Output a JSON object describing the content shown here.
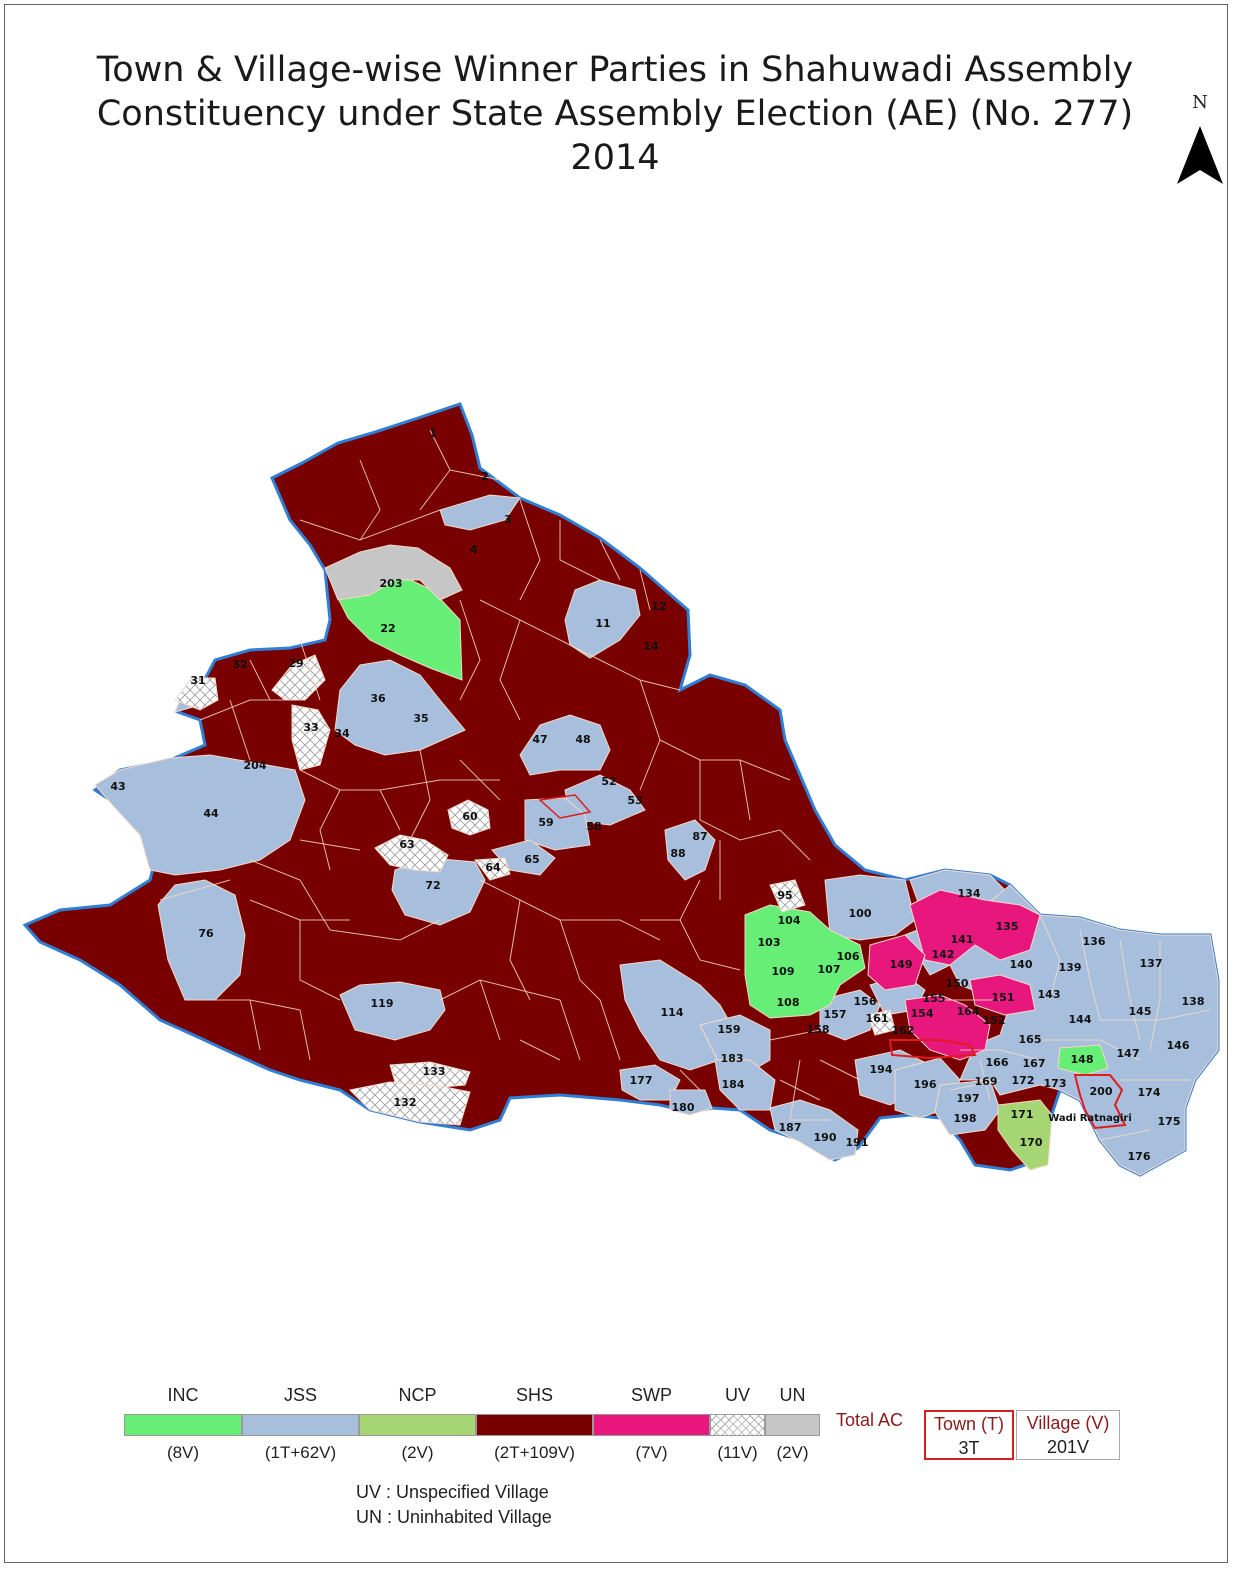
{
  "title": {
    "line1": "Town & Village-wise Winner Parties in Shahuwadi Assembly",
    "line2": "Constituency under State Assembly Election (AE) (No. 277)",
    "line3": "2014"
  },
  "north_arrow": {
    "letter": "N"
  },
  "map": {
    "colors": {
      "INC": "#66ee77",
      "JSS": "#a7bfdc",
      "NCP": "#a6d673",
      "SHS": "#780000",
      "SWP": "#e8177e",
      "UV": "#ffffff",
      "UN": "#c6c6c6",
      "boundary": "#2f7fd6",
      "town": "#e01b1b"
    },
    "labels": [
      "1",
      "2",
      "3",
      "4",
      "11",
      "12",
      "14",
      "22",
      "29",
      "31",
      "32",
      "33",
      "34",
      "35",
      "36",
      "44",
      "43",
      "47",
      "48",
      "52",
      "53",
      "58",
      "59",
      "60",
      "63",
      "64",
      "65",
      "72",
      "76",
      "87",
      "88",
      "95",
      "100",
      "103",
      "104",
      "106",
      "107",
      "108",
      "109",
      "114",
      "119",
      "132",
      "133",
      "134",
      "135",
      "136",
      "137",
      "138",
      "139",
      "140",
      "141",
      "142",
      "143",
      "144",
      "145",
      "146",
      "147",
      "148",
      "149",
      "150",
      "151",
      "152",
      "154",
      "155",
      "156",
      "157",
      "158",
      "159",
      "161",
      "162",
      "164",
      "165",
      "166",
      "167",
      "169",
      "170",
      "171",
      "172",
      "173",
      "174",
      "175",
      "176",
      "177",
      "180",
      "183",
      "184",
      "187",
      "190",
      "191",
      "194",
      "196",
      "197",
      "198",
      "200",
      "203",
      "204"
    ],
    "town_label": "Wadi Ratnagiri"
  },
  "legend": {
    "parties": [
      {
        "code": "INC",
        "count": "(8V)",
        "color": "#66ee77"
      },
      {
        "code": "JSS",
        "count": "(1T+62V)",
        "color": "#a7bfdc"
      },
      {
        "code": "NCP",
        "count": "(2V)",
        "color": "#a6d673"
      },
      {
        "code": "SHS",
        "count": "(2T+109V)",
        "color": "#780000"
      },
      {
        "code": "SWP",
        "count": "(7V)",
        "color": "#e8177e"
      },
      {
        "code": "UV",
        "count": "(11V)",
        "color": "hatch"
      },
      {
        "code": "UN",
        "count": "(2V)",
        "color": "#c6c6c6"
      }
    ],
    "notes": [
      "UV : Unspecified Village",
      "UN : Uninhabited Village"
    ],
    "total_label": "Total AC",
    "town_header": "Town (T)",
    "town_value": "3T",
    "village_header": "Village (V)",
    "village_value": "201V"
  }
}
